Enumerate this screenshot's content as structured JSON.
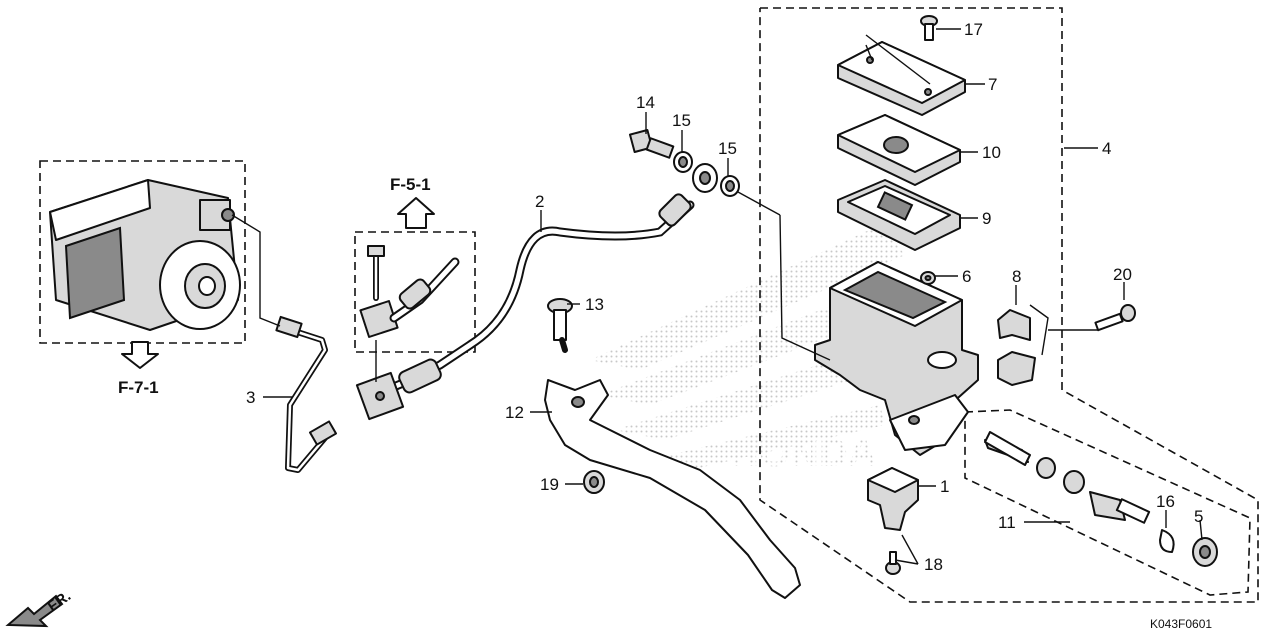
{
  "diagram": {
    "code": "K043F0601",
    "refs": {
      "ref_f51": "F-5-1",
      "ref_f71": "F-7-1"
    },
    "front": "FR.",
    "callouts": {
      "c1": "1",
      "c2": "2",
      "c3": "3",
      "c4": "4",
      "c5": "5",
      "c6": "6",
      "c7": "7",
      "c8": "8",
      "c9": "9",
      "c10": "10",
      "c11": "11",
      "c12": "12",
      "c13": "13",
      "c14": "14",
      "c15a": "15",
      "c15b": "15",
      "c16": "16",
      "c17": "17",
      "c18": "18",
      "c19": "19",
      "c20": "20"
    },
    "colors": {
      "ink": "#111111",
      "paper": "#ffffff",
      "watermark": "#cfcfcf"
    },
    "watermark_icon": "wing-logo-watermark"
  }
}
